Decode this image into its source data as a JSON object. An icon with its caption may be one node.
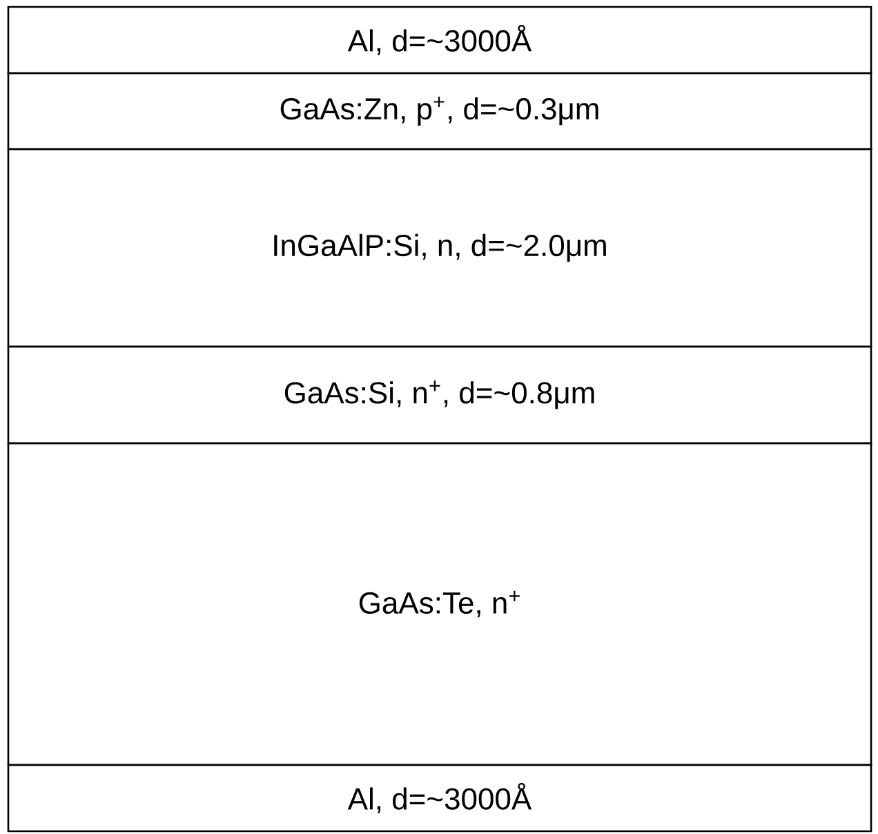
{
  "diagram": {
    "nodes": [
      {
        "text": [
          "Al, d=~3000Å"
        ]
      },
      {
        "text": [
          "GaAs:Zn, p$^{+}$, d=~0.3μm"
        ]
      },
      {
        "text": [
          "InGaAlP:Si, n, d=~2.0μm"
        ]
      },
      {
        "text": [
          "GaAs:Si, n$^{+}$, d=~0.8μm"
        ]
      },
      {
        "text": [
          "GaAs:Te, n$^{+}$"
        ]
      },
      {
        "text": [
          "Al, d=~3000Å"
        ]
      }
    ]
  }
}
